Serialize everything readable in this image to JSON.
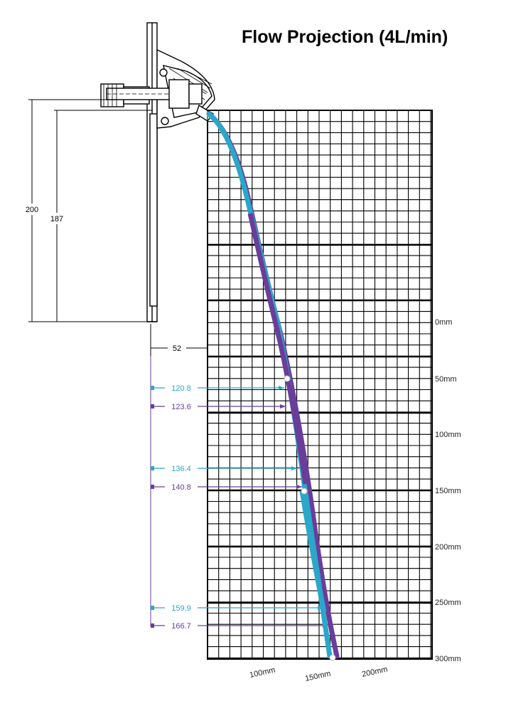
{
  "title": "Flow Projection (4L/min)",
  "colors": {
    "cyan": "#2aa7c9",
    "purple": "#6a3d9a",
    "grid": "#000000"
  },
  "dimensions": {
    "overall_height": "200",
    "inner_height": "187",
    "offset": "52"
  },
  "depth_labels": [
    "0mm",
    "50mm",
    "100mm",
    "150mm",
    "200mm",
    "250mm",
    "300mm"
  ],
  "horizontal_labels": [
    "100mm",
    "150mm",
    "200mm"
  ],
  "callouts": [
    {
      "label": "120.8",
      "color": "cyan"
    },
    {
      "label": "123.6",
      "color": "purple"
    },
    {
      "label": "136.4",
      "color": "cyan"
    },
    {
      "label": "140.8",
      "color": "purple"
    },
    {
      "label": "159.9",
      "color": "cyan"
    },
    {
      "label": "166.7",
      "color": "purple"
    }
  ]
}
